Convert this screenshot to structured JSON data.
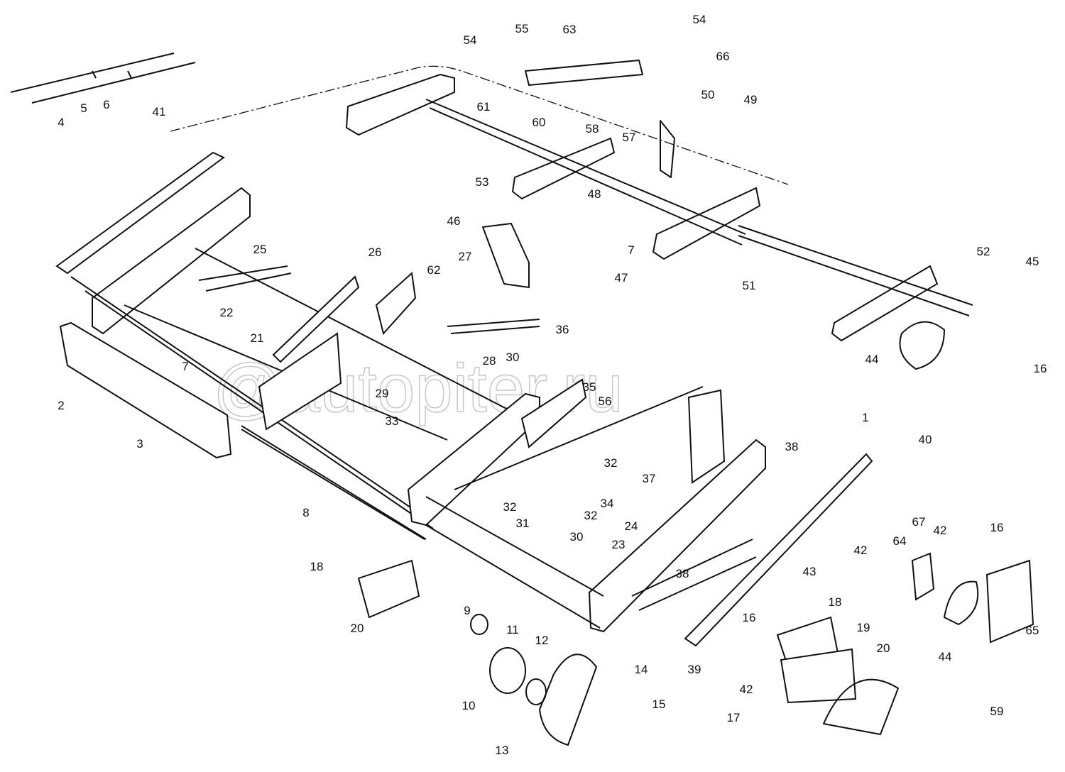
{
  "title": "Frame assembly exploded view",
  "watermark": "@autopiter.ru",
  "labels": [
    "54",
    "55",
    "63",
    "54",
    "66",
    "50",
    "49",
    "41",
    "4",
    "5",
    "6",
    "61",
    "60",
    "58",
    "57",
    "53",
    "48",
    "7",
    "46",
    "47",
    "51",
    "52",
    "45",
    "25",
    "26",
    "27",
    "62",
    "22",
    "21",
    "7",
    "28",
    "30",
    "36",
    "44",
    "16",
    "35",
    "56",
    "29",
    "2",
    "3",
    "33",
    "1",
    "40",
    "38",
    "32",
    "37",
    "8",
    "32",
    "31",
    "34",
    "32",
    "24",
    "30",
    "67",
    "42",
    "64",
    "16",
    "42",
    "23",
    "43",
    "38",
    "18",
    "18",
    "19",
    "20",
    "16",
    "9",
    "11",
    "12",
    "20",
    "39",
    "14",
    "10",
    "15",
    "42",
    "17",
    "44",
    "65",
    "59",
    "13"
  ]
}
